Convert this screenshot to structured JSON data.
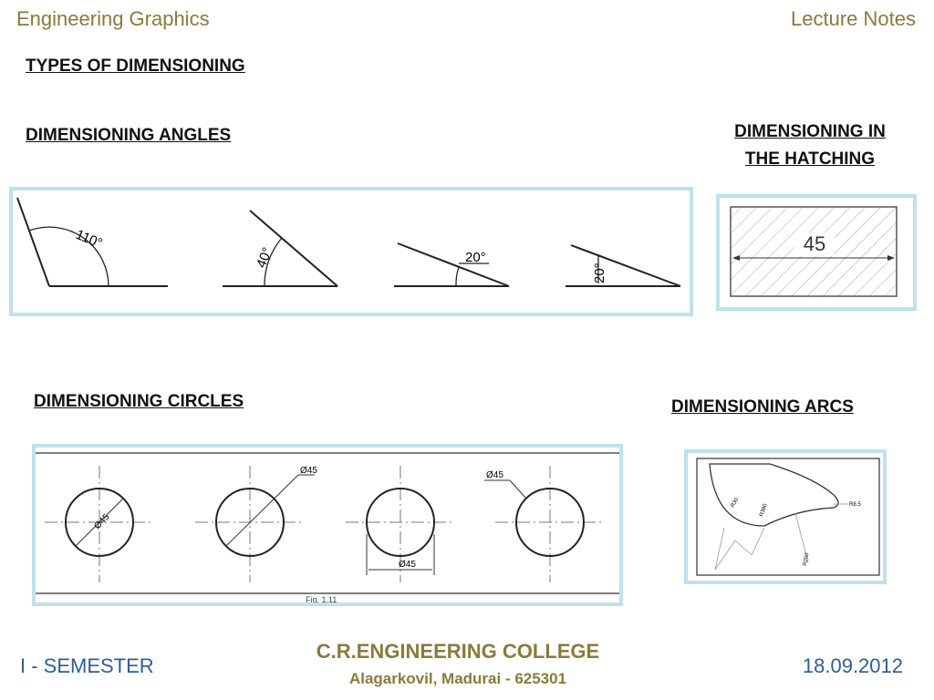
{
  "header": {
    "left": "Engineering  Graphics",
    "right": "Lecture Notes"
  },
  "headings": {
    "types": "TYPES OF DIMENSIONING",
    "angles": "DIMENSIONING ANGLES",
    "hatching_line1": "DIMENSIONING  IN",
    "hatching_line2": "THE HATCHING",
    "circles": "DIMENSIONING CIRCLES",
    "arcs": "DIMENSIONING ARCS"
  },
  "angles_figure": {
    "a1": "110°",
    "a2": "40°",
    "a3": "20°",
    "a4": "20°"
  },
  "hatching_figure": {
    "dim": "45"
  },
  "circles_figure": {
    "d1": "Ø45",
    "d2": "Ø45",
    "d3": "Ø45",
    "d4": "Ø45",
    "caption": "Fig. 1.11"
  },
  "arcs_figure": {
    "r1": "R30",
    "r2": "R380",
    "r3": "R8.5",
    "r4": "R250"
  },
  "footer": {
    "semester": "I - SEMESTER",
    "college": "C.R.ENGINEERING COLLEGE",
    "address": "Alagarkovil, Madurai - 625301",
    "date": "18.09.2012"
  }
}
